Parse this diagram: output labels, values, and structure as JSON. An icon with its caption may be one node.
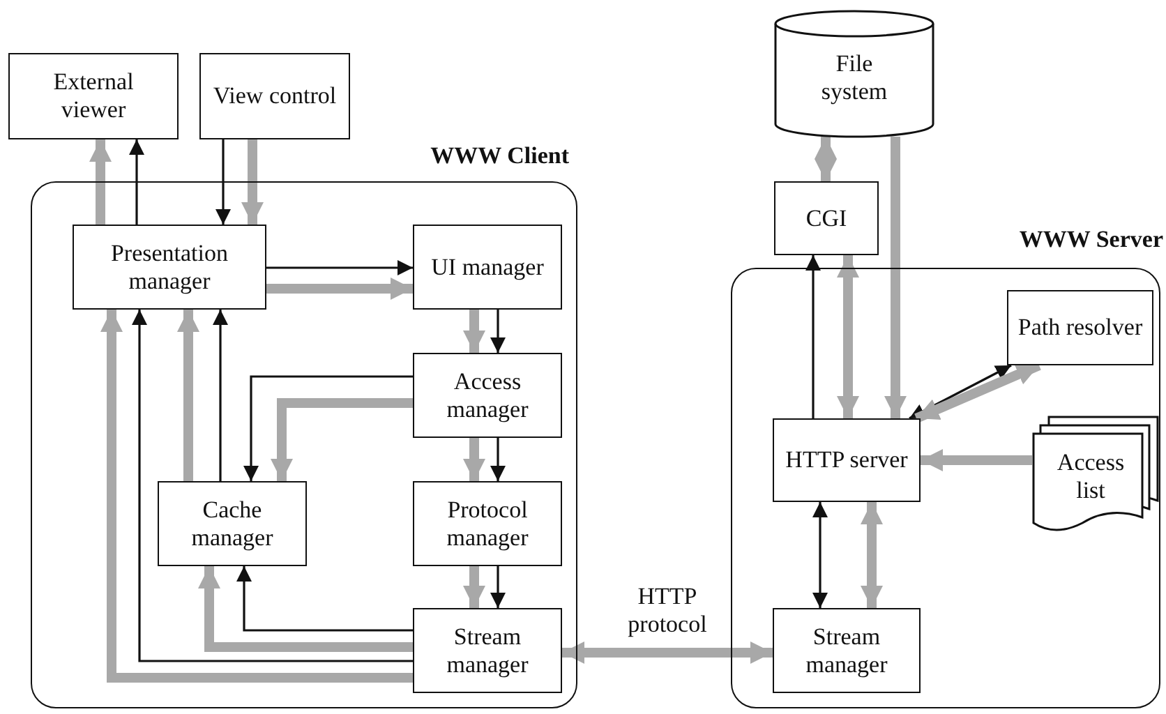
{
  "diagram": {
    "nodes": [
      {
        "text": [
          "External viewer"
        ]
      },
      {
        "text": [
          "View control"
        ]
      },
      {
        "text": [
          "WWW Client"
        ]
      },
      {
        "text": [
          "Presentation manager"
        ],
        "in": 2
      },
      {
        "text": [
          "UI manager"
        ],
        "in": 2
      },
      {
        "text": [
          "Access manager"
        ],
        "in": 2
      },
      {
        "text": [
          "Cache manager"
        ],
        "in": 2
      },
      {
        "text": [
          "Protocol manager"
        ],
        "in": 2
      },
      {
        "text": [
          "Stream manager"
        ],
        "in": 2
      },
      {
        "text": [
          "WWW Server"
        ]
      },
      {
        "text": [
          "File system"
        ]
      },
      {
        "text": [
          "CGI"
        ]
      },
      {
        "text": [
          "Path resolver"
        ],
        "in": 9
      },
      {
        "text": [
          "HTTP server"
        ],
        "in": 9
      },
      {
        "text": [
          "Access list"
        ],
        "in": 9
      },
      {
        "text": [
          "Stream manager"
        ],
        "in": 9
      }
    ],
    "edges": [
      {
        "from": 3,
        "to": 0,
        "arrow": "to"
      },
      {
        "from": 3,
        "to": 0,
        "arrow": "to",
        "color": "#111111"
      },
      {
        "from": 1,
        "to": 3,
        "arrow": "to",
        "color": "#111111"
      },
      {
        "from": 1,
        "to": 3,
        "arrow": "to"
      },
      {
        "from": 3,
        "to": 4,
        "arrow": "to",
        "color": "#111111"
      },
      {
        "from": 3,
        "to": 4,
        "arrow": "to"
      },
      {
        "from": 4,
        "to": 5,
        "arrow": "to"
      },
      {
        "from": 4,
        "to": 5,
        "arrow": "to",
        "color": "#111111"
      },
      {
        "from": 5,
        "to": 6,
        "arrow": "to",
        "color": "#111111"
      },
      {
        "from": 5,
        "to": 6,
        "arrow": "to"
      },
      {
        "from": 5,
        "to": 7,
        "arrow": "to"
      },
      {
        "from": 5,
        "to": 7,
        "arrow": "to",
        "color": "#111111"
      },
      {
        "from": 7,
        "to": 8,
        "arrow": "to"
      },
      {
        "from": 7,
        "to": 8,
        "arrow": "to",
        "color": "#111111"
      },
      {
        "from": 6,
        "to": 3,
        "arrow": "to"
      },
      {
        "from": 6,
        "to": 3,
        "arrow": "to",
        "color": "#111111"
      },
      {
        "from": 8,
        "to": 3,
        "arrow": "to"
      },
      {
        "from": 8,
        "to": 3,
        "arrow": "to",
        "color": "#111111"
      },
      {
        "from": 8,
        "to": 6,
        "arrow": "to",
        "color": "#111111"
      },
      {
        "from": 8,
        "to": 6,
        "arrow": "to"
      },
      {
        "from": 8,
        "to": 15,
        "arrow": "both",
        "label": "HTTP protocol"
      },
      {
        "from": 10,
        "to": 11,
        "arrow": "both"
      },
      {
        "from": 10,
        "to": 13,
        "arrow": "to"
      },
      {
        "from": 13,
        "to": 11,
        "arrow": "to",
        "color": "#111111"
      },
      {
        "from": 11,
        "to": 13,
        "arrow": "both"
      },
      {
        "from": 13,
        "to": 12,
        "arrow": "both",
        "color": "#111111"
      },
      {
        "from": 13,
        "to": 12,
        "arrow": "both"
      },
      {
        "from": 14,
        "to": 13,
        "arrow": "to"
      },
      {
        "from": 13,
        "to": 15,
        "arrow": "both",
        "color": "#111111"
      },
      {
        "from": 13,
        "to": 15,
        "arrow": "both"
      }
    ]
  }
}
